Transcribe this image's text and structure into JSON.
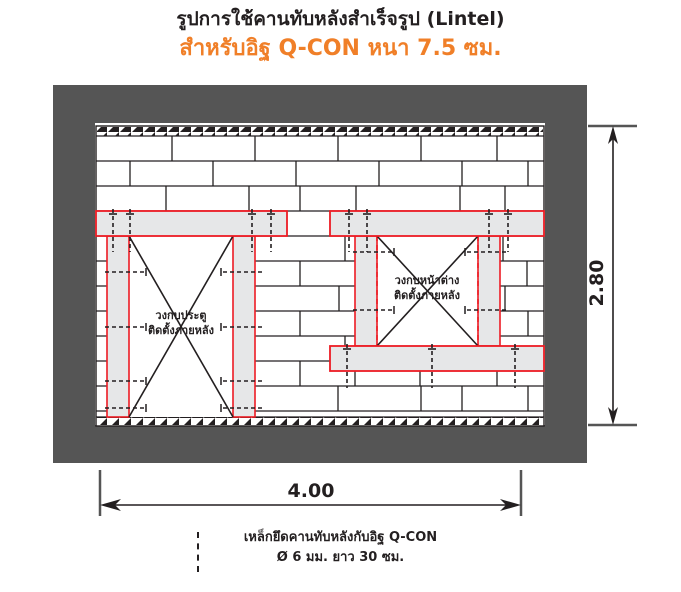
{
  "header": {
    "title_line1": "รูปการใช้คานทับหลังสำเร็จรูป  (Lintel)",
    "title_line2": "สำหรับอิฐ Q-CON หนา 7.5 ซม.",
    "title_color": "#231f20",
    "accent_color": "#f07f28"
  },
  "diagram": {
    "name": "lintel-wall-elevation",
    "wall_color": "#555555",
    "brick_fill": "#ffffff",
    "brick_line": "#231f20",
    "lintel_fill": "#e6e7e8",
    "lintel_outline": "#ed1c24",
    "anchor_color": "#231f20",
    "labels": {
      "door": {
        "line1": "วงกบประตู",
        "line2": "ติดตั้งภายหลัง"
      },
      "window": {
        "line1": "วงกบหน้าต่าง",
        "line2": "ติดตั้งภายหลัง"
      }
    },
    "dimensions": {
      "height": "2.80",
      "width": "4.00"
    }
  },
  "legend": {
    "line1": "เหล็กยึดคานทับหลังกับอิฐ  Q-CON",
    "line2": "Ø 6 มม. ยาว 30 ซม."
  }
}
